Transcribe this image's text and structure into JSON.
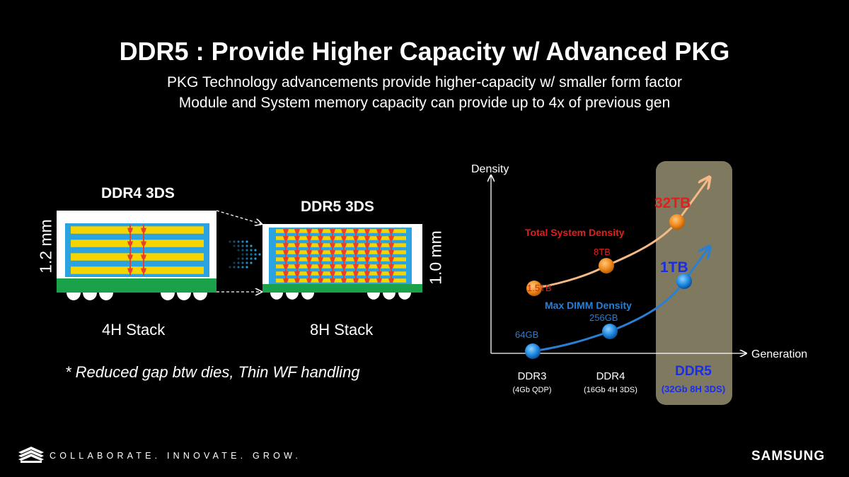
{
  "title": "DDR5 : Provide Higher Capacity w/ Advanced PKG",
  "subtitle_lines": [
    "PKG Technology advancements provide higher-capacity w/ smaller form factor",
    "Module and System memory capacity can provide up to 4x of previous gen"
  ],
  "left": {
    "ddr4": {
      "title": "DDR4 3DS",
      "height_label": "1.2 mm",
      "stack_label": "4H Stack",
      "dies": 4
    },
    "ddr5": {
      "title": "DDR5 3DS",
      "height_label": "1.0 mm",
      "stack_label": "8H Stack",
      "dies": 8
    },
    "note": "* Reduced gap btw dies, Thin WF handling"
  },
  "chart": {
    "y_axis_label": "Density",
    "x_axis_label": "Generation",
    "generations": [
      {
        "name": "DDR3",
        "detail": "(4Gb QDP)"
      },
      {
        "name": "DDR4",
        "detail": "(16Gb 4H 3DS)"
      },
      {
        "name": "DDR5",
        "detail": "(32Gb 8H 3DS)"
      }
    ],
    "series": [
      {
        "name": "Total System Density",
        "color": "#f08a1e",
        "labels": [
          "1.5TB",
          "8TB",
          "32TB"
        ]
      },
      {
        "name": "Max DIMM Density",
        "color": "#2a7fd4",
        "labels": [
          "64GB",
          "256GB",
          "1TB"
        ]
      }
    ],
    "highlight_generation": "DDR5"
  },
  "colors": {
    "die": "#f5d400",
    "spacer": "#2aa3e0",
    "substrate": "#1aa24a",
    "tsv": "#e8402a",
    "highlight_box": "#7f7a5f"
  },
  "footer": {
    "tagline": "COLLABORATE. INNOVATE. GROW.",
    "brand": "SAMSUNG"
  }
}
